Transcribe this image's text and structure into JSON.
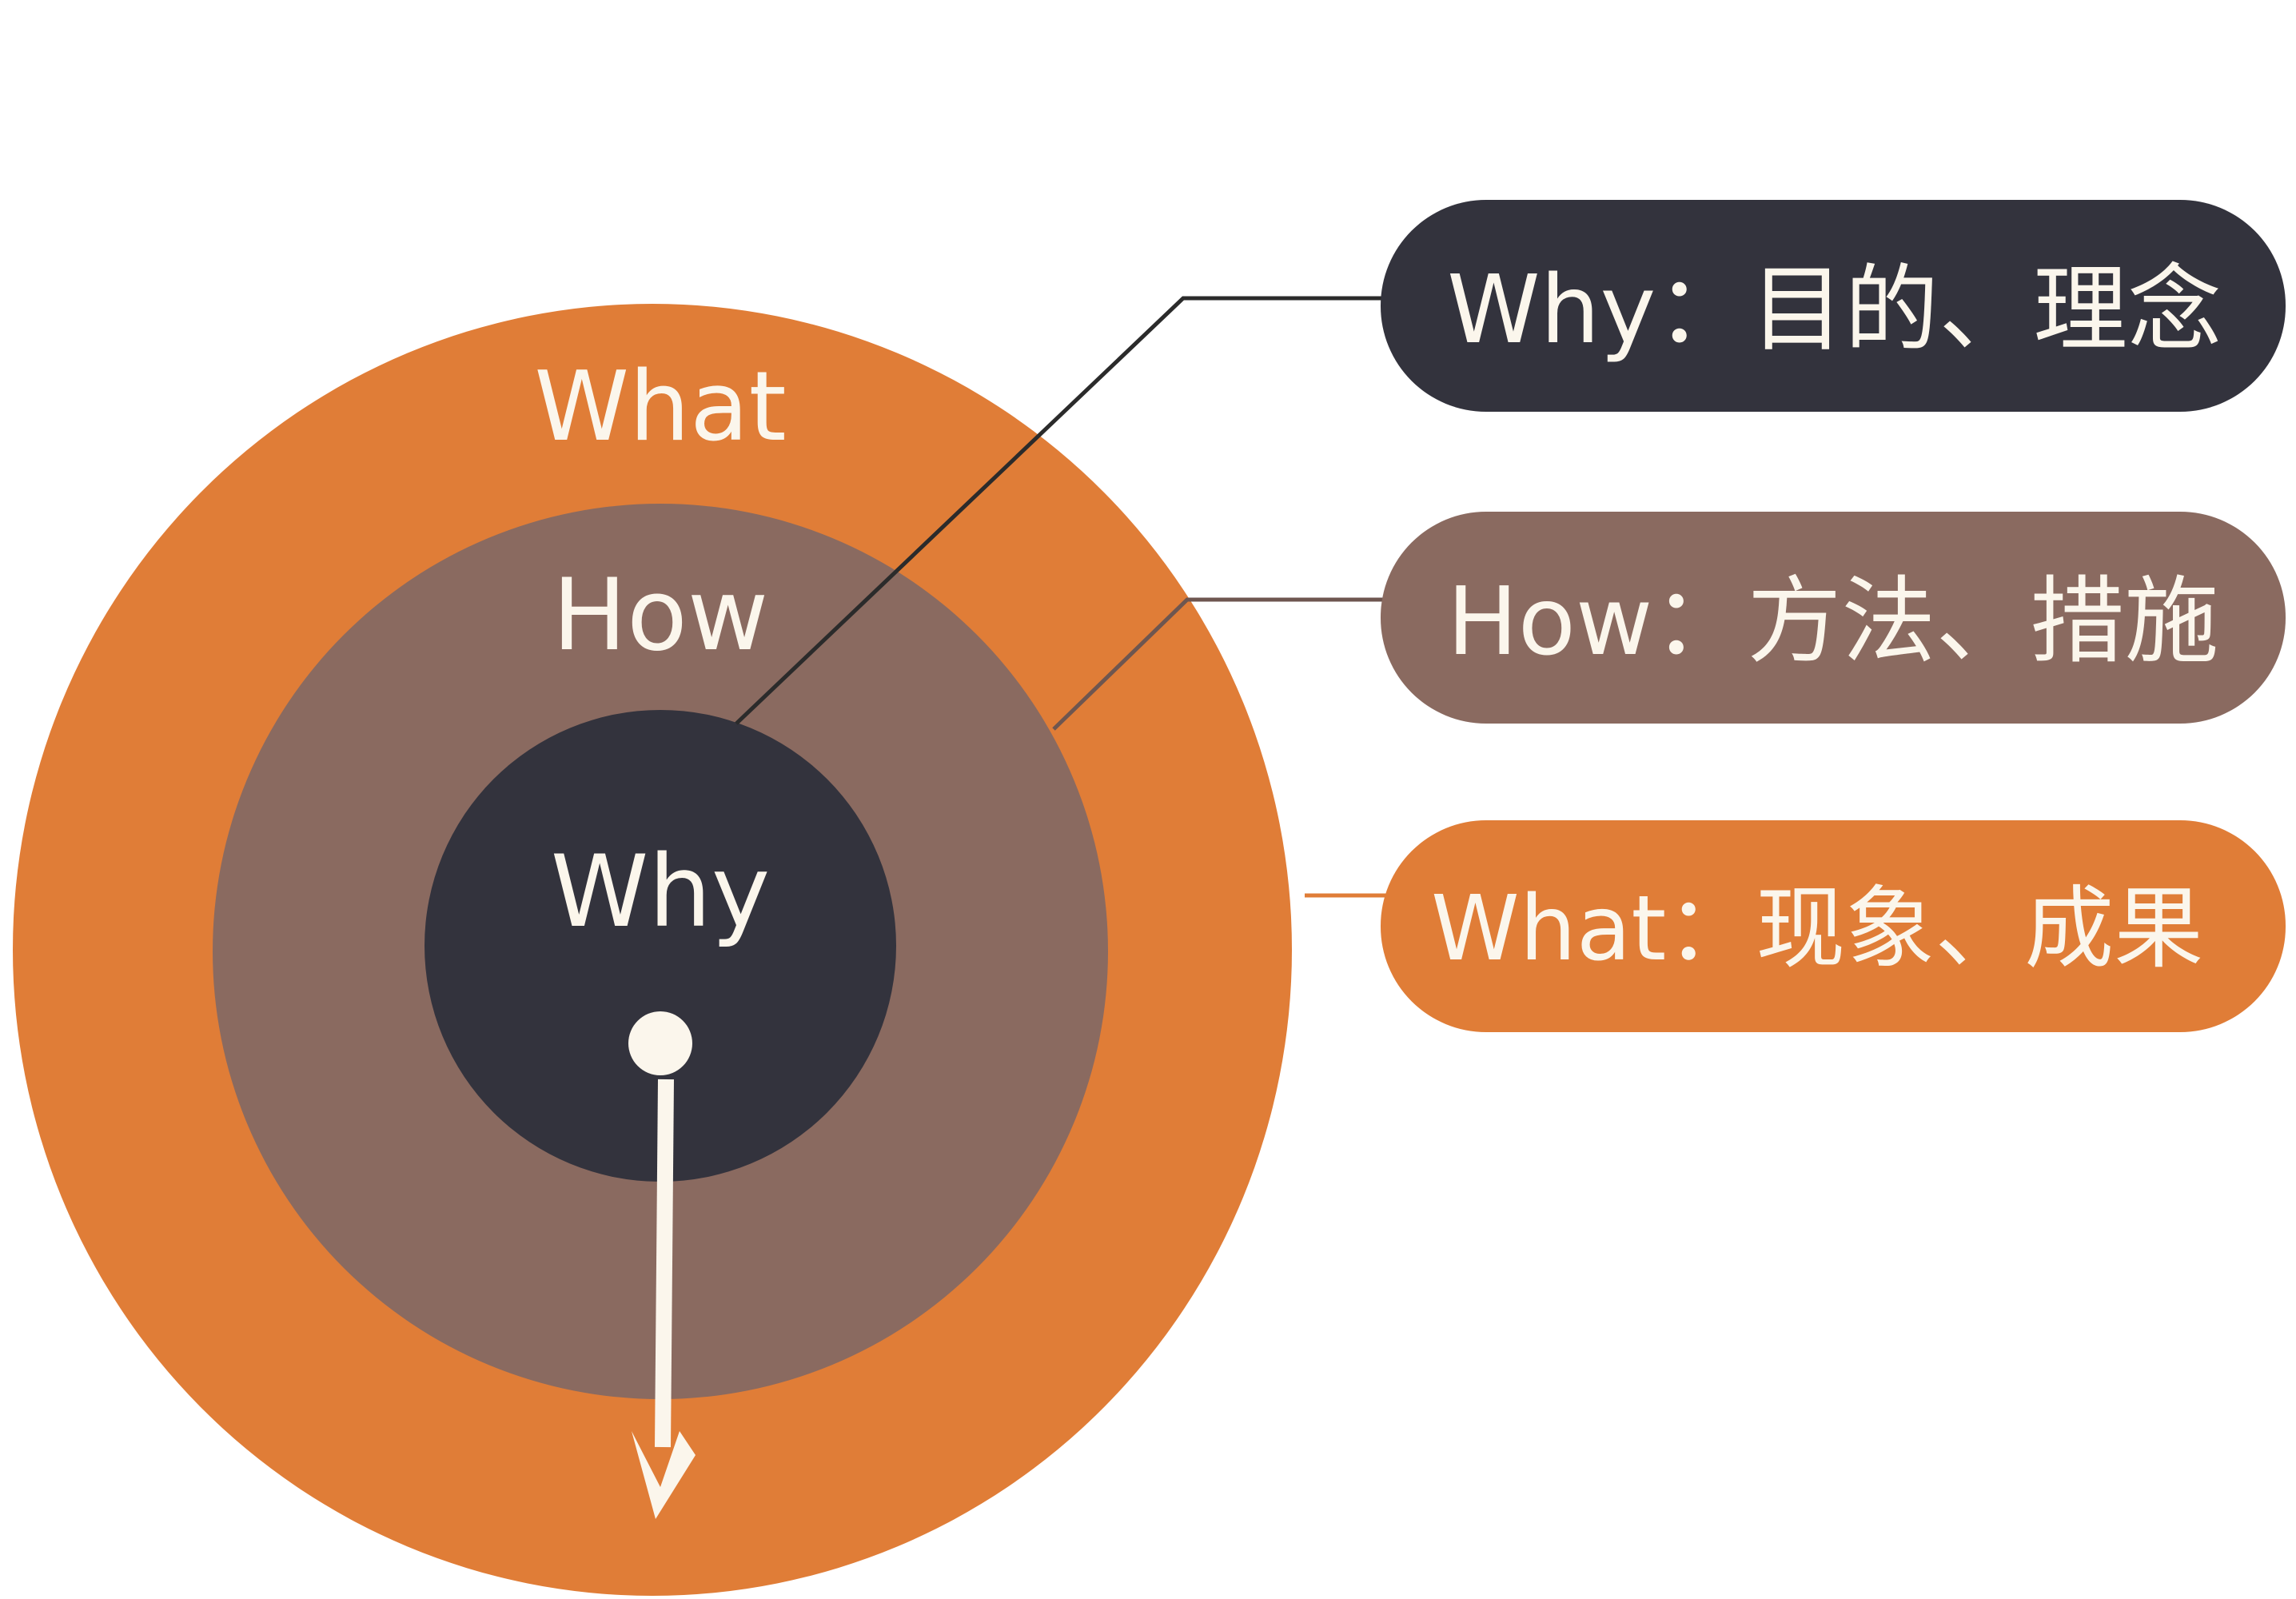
{
  "diagram": {
    "rings": {
      "outer": {
        "label": "What",
        "color": "#e07d37"
      },
      "middle": {
        "label": "How",
        "color": "#8a6a60"
      },
      "inner": {
        "label": "Why",
        "color": "#33333d"
      }
    },
    "legend": [
      {
        "id": "why",
        "label": "Why：目的、理念",
        "color": "#33333d"
      },
      {
        "id": "how",
        "label": "How：方法、措施",
        "color": "#8a6a60"
      },
      {
        "id": "what",
        "label": "What：现象、成果",
        "color": "#e07d37"
      }
    ],
    "text_color": "#fbf6ec",
    "connector_color": "#2b2b2b"
  }
}
